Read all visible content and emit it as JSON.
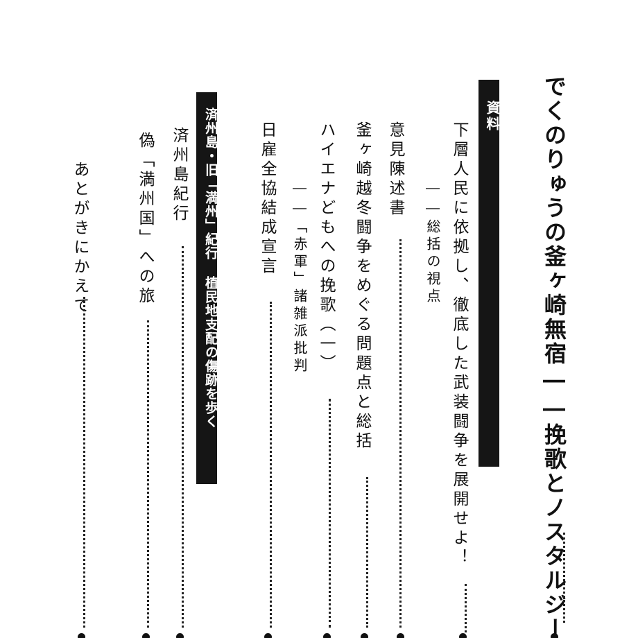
{
  "main_title": "でくのりゅうの釜ヶ崎無宿――挽歌とノスタルジー",
  "section_shiryo": {
    "label": "資料",
    "entries": [
      "下層人民に依拠し、徹底した武装闘争を展開せよ！",
      "――総括の視点",
      "意見陳述書",
      "釜ヶ崎越冬闘争をめぐる問題点と総括",
      "ハイエナどもへの挽歌（一）",
      "――「赤軍」諸雑派批判",
      "日雇全協結成宣言"
    ]
  },
  "section_jeju": {
    "label": "済州島・旧「満州」紀行 植民地支配の傷跡を歩く",
    "entries": [
      "済州島紀行",
      "偽「満州国」への旅"
    ]
  },
  "afterword": "あとがきにかえて"
}
